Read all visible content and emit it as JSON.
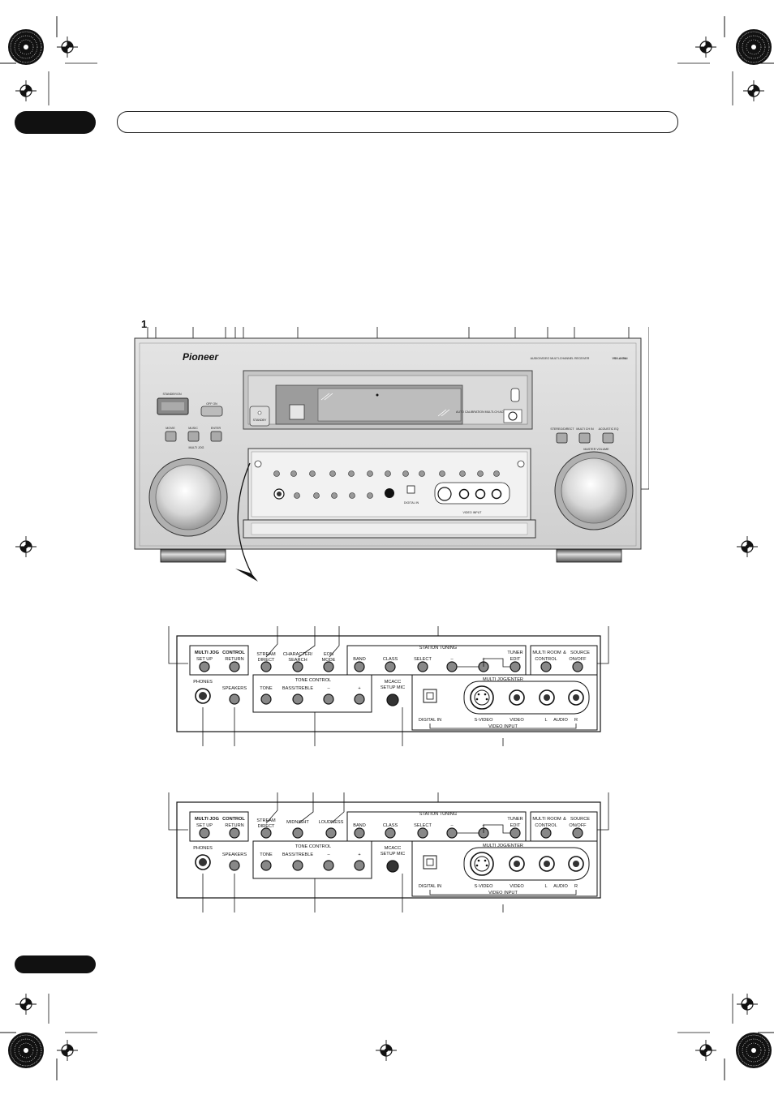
{
  "callout_number": "1",
  "receiver": {
    "brand": "Pioneer",
    "model_text": "AUDIO/VIDEO MULTI-CHANNEL RECEIVER",
    "model_id": "VSX-AX5Ai",
    "standby_on": "STANDBY/ON",
    "off_on": "OFF ON",
    "standby_led": "STANDBY",
    "movie": "MOVIE",
    "music": "MUSIC",
    "enter": "ENTER",
    "multi_jog": "MULTI JOG",
    "stereo_direct": "STEREO/DIRECT",
    "multi_ch_in": "MULTI CH IN",
    "acoustic_eq": "ACOUSTIC EQ",
    "master_volume": "MASTER VOLUME",
    "mcacc_badge": "AUTO CALIBRATION MULTI-CH ACOUSTIC",
    "digital_in": "DIGITAL IN",
    "video_input": "VIDEO INPUT"
  },
  "panel1": {
    "multi_jog": "MULTI JOG",
    "control": "CONTROL",
    "setup": "SET UP",
    "return": "RETURN",
    "stream": "STREAM",
    "direct": "DIRECT",
    "character": "CHARACTER/",
    "search": "SEARCH",
    "eon": "EON",
    "mode": "MODE",
    "station_tuning": "STATION TUNING",
    "band": "BAND",
    "class": "CLASS",
    "select": "SELECT",
    "minus": "–",
    "plus": "+",
    "tuner": "TUNER",
    "edit": "EDIT",
    "multi_room": "MULTI ROOM",
    "amp": "&",
    "source": "SOURCE",
    "control2": "CONTROL",
    "onoff": "ON/OFF",
    "phones": "PHONES",
    "speakers": "SPEAKERS",
    "tone_control": "TONE CONTROL",
    "tone": "TONE",
    "bass_treble": "BASS/TREBLE",
    "mcacc": "MCACC",
    "setup_mic": "SETUP MIC",
    "multi_jog_enter": "MULTI JOG/ENTER",
    "digital_in": "DIGITAL IN",
    "svideo": "S-VIDEO",
    "video": "VIDEO",
    "l": "L",
    "audio": "AUDIO",
    "r": "R",
    "video_input": "VIDEO INPUT"
  },
  "panel2": {
    "midnight": "MIDNIGHT",
    "loudness": "LOUDNESS"
  }
}
